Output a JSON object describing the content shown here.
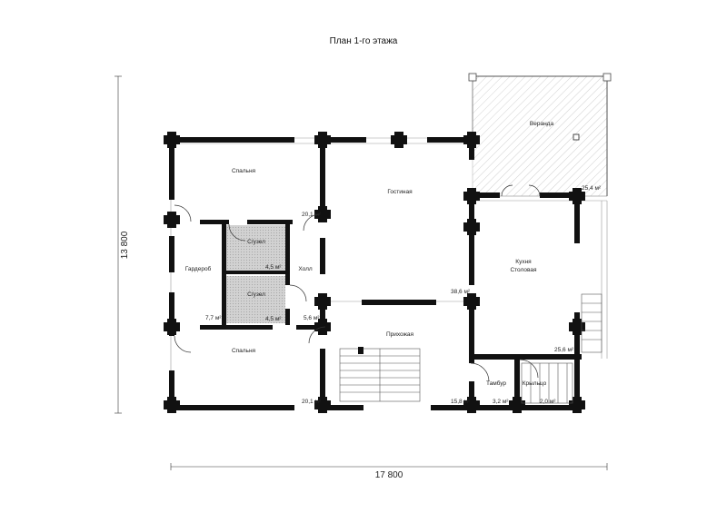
{
  "title": "План 1-го этажа",
  "dimensions": {
    "width": "17 800",
    "height": "13 800"
  },
  "rooms": [
    {
      "name": "Спальня",
      "area": "20,1 м²"
    },
    {
      "name": "Гостиная",
      "area": "38,6 м²"
    },
    {
      "name": "Веранда",
      "area": "25,4 м²"
    },
    {
      "name": "С/узел",
      "area": "4,5 м²"
    },
    {
      "name": "С/узел",
      "area": "4,5 м²"
    },
    {
      "name": "Холл",
      "area": "5,6 м²"
    },
    {
      "name": "Гардероб",
      "area": "7,7 м²"
    },
    {
      "name": "Кухня",
      "name2": "Столовая",
      "area": "25,6 м²"
    },
    {
      "name": "Спальня",
      "area": "20,1 м²"
    },
    {
      "name": "Прихожая",
      "area": "15,8 м²"
    },
    {
      "name": "Тамбур",
      "area": "3,2 м²"
    },
    {
      "name": "Крыльцо",
      "area": "2,0 м²"
    }
  ],
  "colors": {
    "wall": "#111111",
    "hatch": "#9a9a9a",
    "tile": "#c8c8c8"
  }
}
